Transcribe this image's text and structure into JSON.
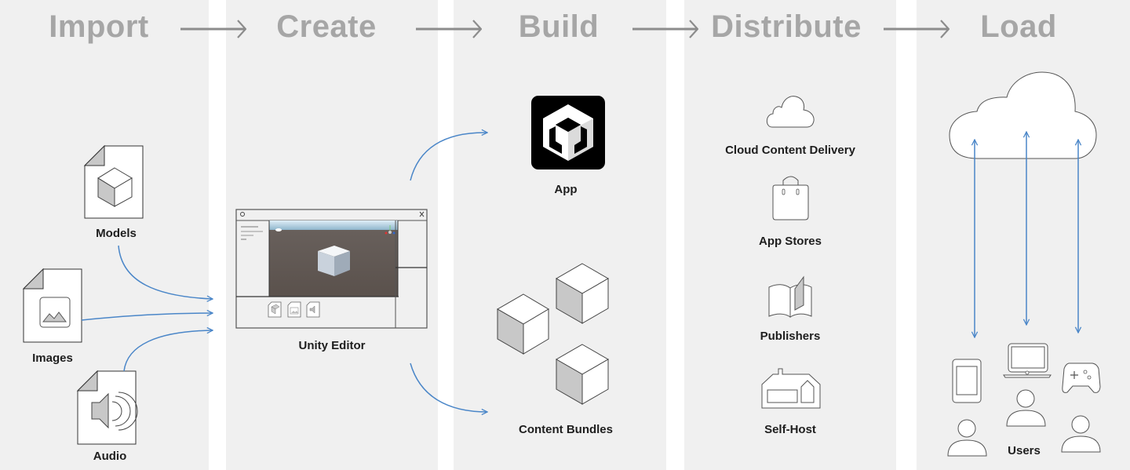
{
  "stages": [
    {
      "id": "import",
      "title": "Import"
    },
    {
      "id": "create",
      "title": "Create"
    },
    {
      "id": "build",
      "title": "Build"
    },
    {
      "id": "distribute",
      "title": "Distribute"
    },
    {
      "id": "load",
      "title": "Load"
    }
  ],
  "import": {
    "items": [
      {
        "label": "Models",
        "icon": "model-file-icon"
      },
      {
        "label": "Images",
        "icon": "image-file-icon"
      },
      {
        "label": "Audio",
        "icon": "audio-file-icon"
      }
    ]
  },
  "create": {
    "editor_label": "Unity Editor",
    "editor_icon": "unity-editor-window-icon"
  },
  "build": {
    "items": [
      {
        "label": "App",
        "icon": "unity-logo-icon"
      },
      {
        "label": "Content Bundles",
        "icon": "cubes-icon"
      }
    ]
  },
  "distribute": {
    "items": [
      {
        "label": "Cloud Content Delivery",
        "icon": "cloud-icon"
      },
      {
        "label": "App Stores",
        "icon": "shopping-bag-icon"
      },
      {
        "label": "Publishers",
        "icon": "book-icon"
      },
      {
        "label": "Self-Host",
        "icon": "house-icon"
      }
    ]
  },
  "load": {
    "label": "Users",
    "devices": [
      "phone-icon",
      "laptop-icon",
      "gamepad-icon"
    ]
  },
  "colors": {
    "column_bg": "#f0f0f0",
    "title": "#a6a6a6",
    "flow_arrow": "#4a86c8",
    "stage_arrow": "#8c8c8c"
  }
}
